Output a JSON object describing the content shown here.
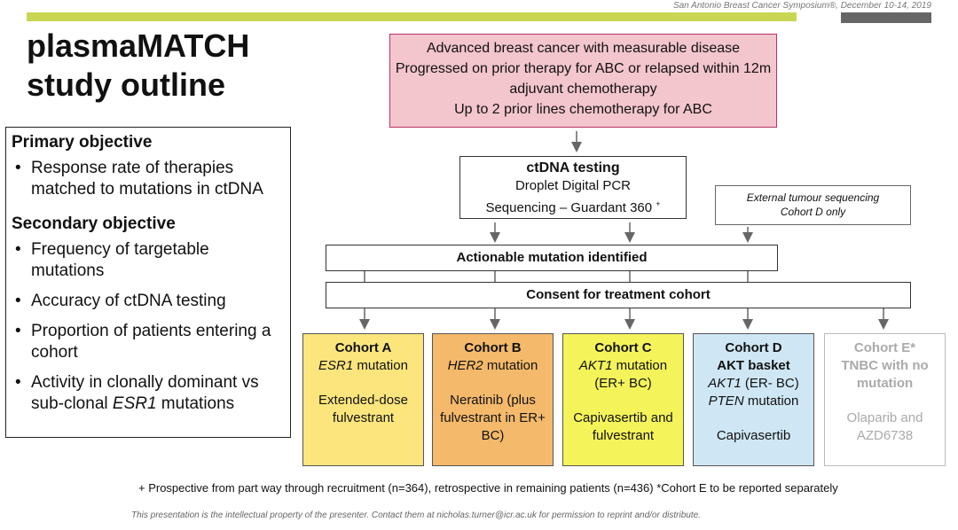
{
  "header": {
    "symposium": "San Antonio Breast Cancer Symposium®, December 10-14, 2019",
    "accent_color": "#c8d654"
  },
  "title": {
    "line1": "plasmaMATCH",
    "line2": "study outline"
  },
  "objectives": {
    "primary_heading": "Primary objective",
    "primary_items": [
      "Response rate of therapies matched to mutations in ctDNA"
    ],
    "secondary_heading": "Secondary objective",
    "secondary_items": [
      "Frequency of targetable mutations",
      "Accuracy of ctDNA testing",
      "Proportion of patients entering a cohort"
    ],
    "secondary_last_prefix": "Activity in clonally dominant vs sub-clonal ",
    "secondary_last_italic": "ESR1",
    "secondary_last_suffix": " mutations"
  },
  "flow": {
    "eligibility": [
      "Advanced breast cancer with measurable disease",
      "Progressed on prior therapy for ABC or relapsed within 12m adjuvant chemotherapy",
      "Up to 2 prior lines chemotherapy for ABC"
    ],
    "ctdna_title": "ctDNA testing",
    "ctdna_line1": "Droplet Digital PCR",
    "ctdna_line2": "Sequencing – Guardant 360",
    "ctdna_mark": "+",
    "external_line1": "External tumour sequencing",
    "external_line2": "Cohort D only",
    "actionable": "Actionable mutation identified",
    "consent": "Consent for treatment cohort"
  },
  "cohorts": {
    "a": {
      "name": "Cohort A",
      "gene": "ESR1",
      "gene_suffix": " mutation",
      "treatment": "Extended-dose fulvestrant",
      "color": "#fbe57c"
    },
    "b": {
      "name": "Cohort B",
      "gene": "HER2",
      "gene_suffix": " mutation",
      "treatment": "Neratinib (plus fulvestrant in ER+ BC)",
      "color": "#f4b96a"
    },
    "c": {
      "name": "Cohort C",
      "gene": "AKT1",
      "gene_suffix": " mutation",
      "subtype": "(ER+ BC)",
      "treatment": "Capivasertib and fulvestrant",
      "color": "#f4f35a"
    },
    "d": {
      "name": "Cohort D",
      "name2": "AKT basket",
      "gene": "AKT1",
      "gene_suffix": " (ER- BC)",
      "gene2": "PTEN",
      "gene2_suffix": " mutation",
      "treatment": "Capivasertib",
      "color": "#cfe7f4"
    },
    "e": {
      "name": "Cohort E*",
      "desc": "TNBC with no mutation",
      "treatment": "Olaparib and AZD6738"
    }
  },
  "footnote": "+ Prospective from part way through recruitment (n=364), retrospective in remaining patients (n=436) *Cohort E to be reported separately",
  "footer": "This presentation is the intellectual property of the presenter. Contact them at nicholas.turner@icr.ac.uk for permission to reprint and/or distribute."
}
